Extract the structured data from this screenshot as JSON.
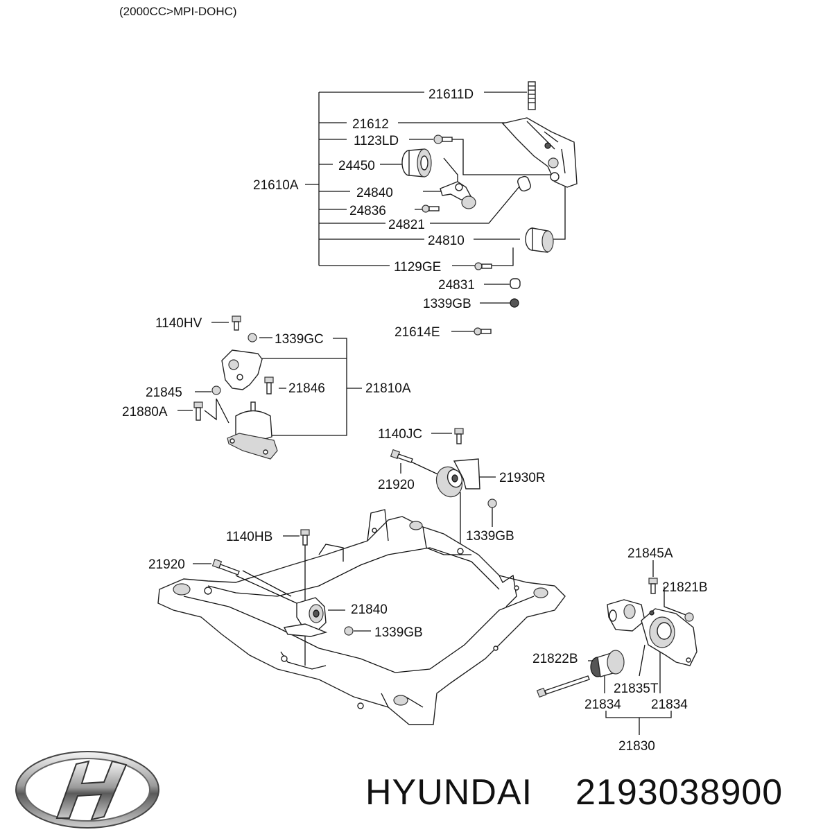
{
  "header": {
    "engine_spec": "(2000CC>MPI-DOHC)"
  },
  "brand": {
    "name": "HYUNDAI",
    "part_number": "2193038900",
    "logo_name": "hyundai-logo"
  },
  "callouts": {
    "p21611D": "21611D",
    "p21612": "21612",
    "p1123LD": "1123LD",
    "p24450": "24450",
    "p21610A": "21610A",
    "p24840": "24840",
    "p24836": "24836",
    "p24821": "24821",
    "p24810": "24810",
    "p1129GE": "1129GE",
    "p24831": "24831",
    "p1339GB_a": "1339GB",
    "p21614E": "21614E",
    "p1140HV": "1140HV",
    "p1339GC": "1339GC",
    "p21845": "21845",
    "p21846": "21846",
    "p21810A": "21810A",
    "p21880A": "21880A",
    "p1140JC": "1140JC",
    "p21920_a": "21920",
    "p21930R": "21930R",
    "p1339GB_b": "1339GB",
    "p1140HB": "1140HB",
    "p21920_b": "21920",
    "p21840": "21840",
    "p1339GB_c": "1339GB",
    "p21845A": "21845A",
    "p21821B": "21821B",
    "p21822B": "21822B",
    "p21835T": "21835T",
    "p21834_a": "21834",
    "p21834_b": "21834",
    "p21830": "21830"
  }
}
